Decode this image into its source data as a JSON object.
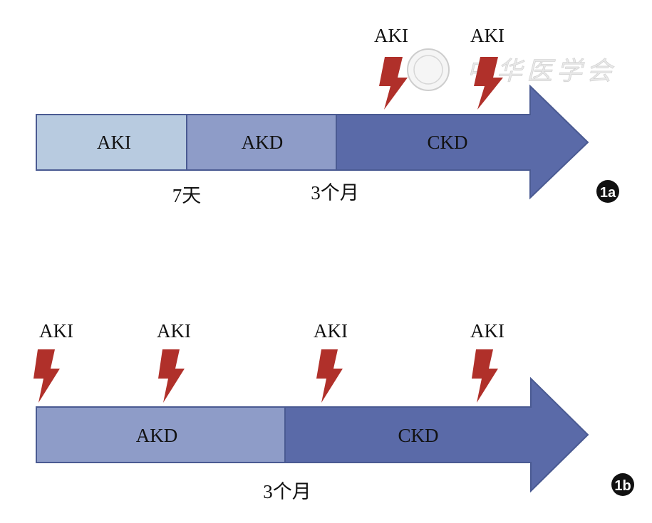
{
  "colors": {
    "aki_phase": "#b8cbe0",
    "akd_phase": "#8e9cc8",
    "ckd_phase": "#5a6aa8",
    "outline": "#4a5a92",
    "bolt": "#b0302a",
    "badge": "#111111"
  },
  "watermark": {
    "text": "中华医学会",
    "seal": "seal-emblem"
  },
  "panels": [
    {
      "id": "1a",
      "badge": "1a",
      "phases": [
        {
          "label": "AKI",
          "color_key": "aki_phase"
        },
        {
          "label": "AKD",
          "color_key": "akd_phase"
        },
        {
          "label": "CKD",
          "color_key": "ckd_phase"
        }
      ],
      "time_marks": [
        "7天",
        "3个月"
      ],
      "events": [
        {
          "label": "AKI",
          "icon": "lightning-bolt-icon"
        },
        {
          "label": "AKI",
          "icon": "lightning-bolt-icon"
        }
      ]
    },
    {
      "id": "1b",
      "badge": "1b",
      "phases": [
        {
          "label": "AKD",
          "color_key": "akd_phase"
        },
        {
          "label": "CKD",
          "color_key": "ckd_phase"
        }
      ],
      "time_marks": [
        "3个月"
      ],
      "events": [
        {
          "label": "AKI",
          "icon": "lightning-bolt-icon"
        },
        {
          "label": "AKI",
          "icon": "lightning-bolt-icon"
        },
        {
          "label": "AKI",
          "icon": "lightning-bolt-icon"
        },
        {
          "label": "AKI",
          "icon": "lightning-bolt-icon"
        }
      ]
    }
  ]
}
